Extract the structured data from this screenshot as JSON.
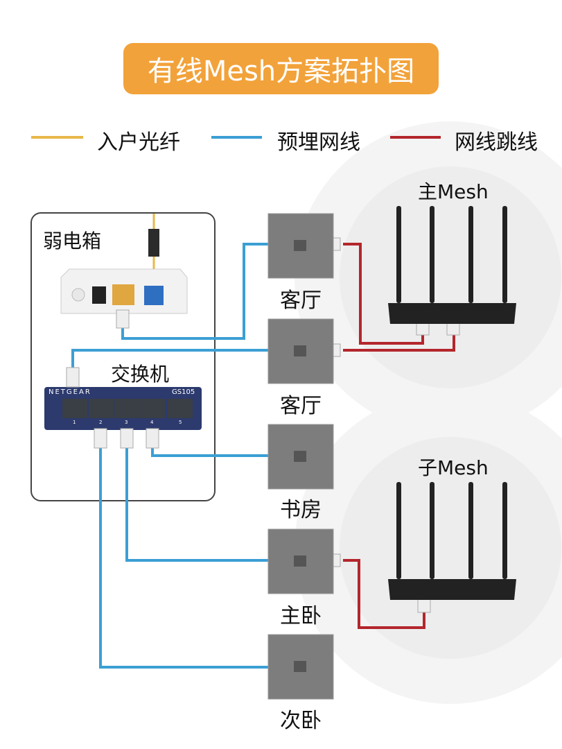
{
  "title": "有线Mesh方案拓扑图",
  "legend": [
    {
      "label": "入户光纤",
      "color": "#e8b84a"
    },
    {
      "label": "预埋网线",
      "color": "#3c9fd4"
    },
    {
      "label": "网线跳线",
      "color": "#b3262c"
    }
  ],
  "cabinet": {
    "label": "弱电箱",
    "switch_label": "交换机",
    "switch_brand": "NETGEAR",
    "switch_model": "GS105",
    "port_numbers": [
      "1",
      "2",
      "3",
      "4",
      "5"
    ]
  },
  "routers": {
    "main": "主Mesh",
    "sub": "子Mesh"
  },
  "rooms": [
    "客厅",
    "客厅",
    "书房",
    "主卧",
    "次卧"
  ]
}
